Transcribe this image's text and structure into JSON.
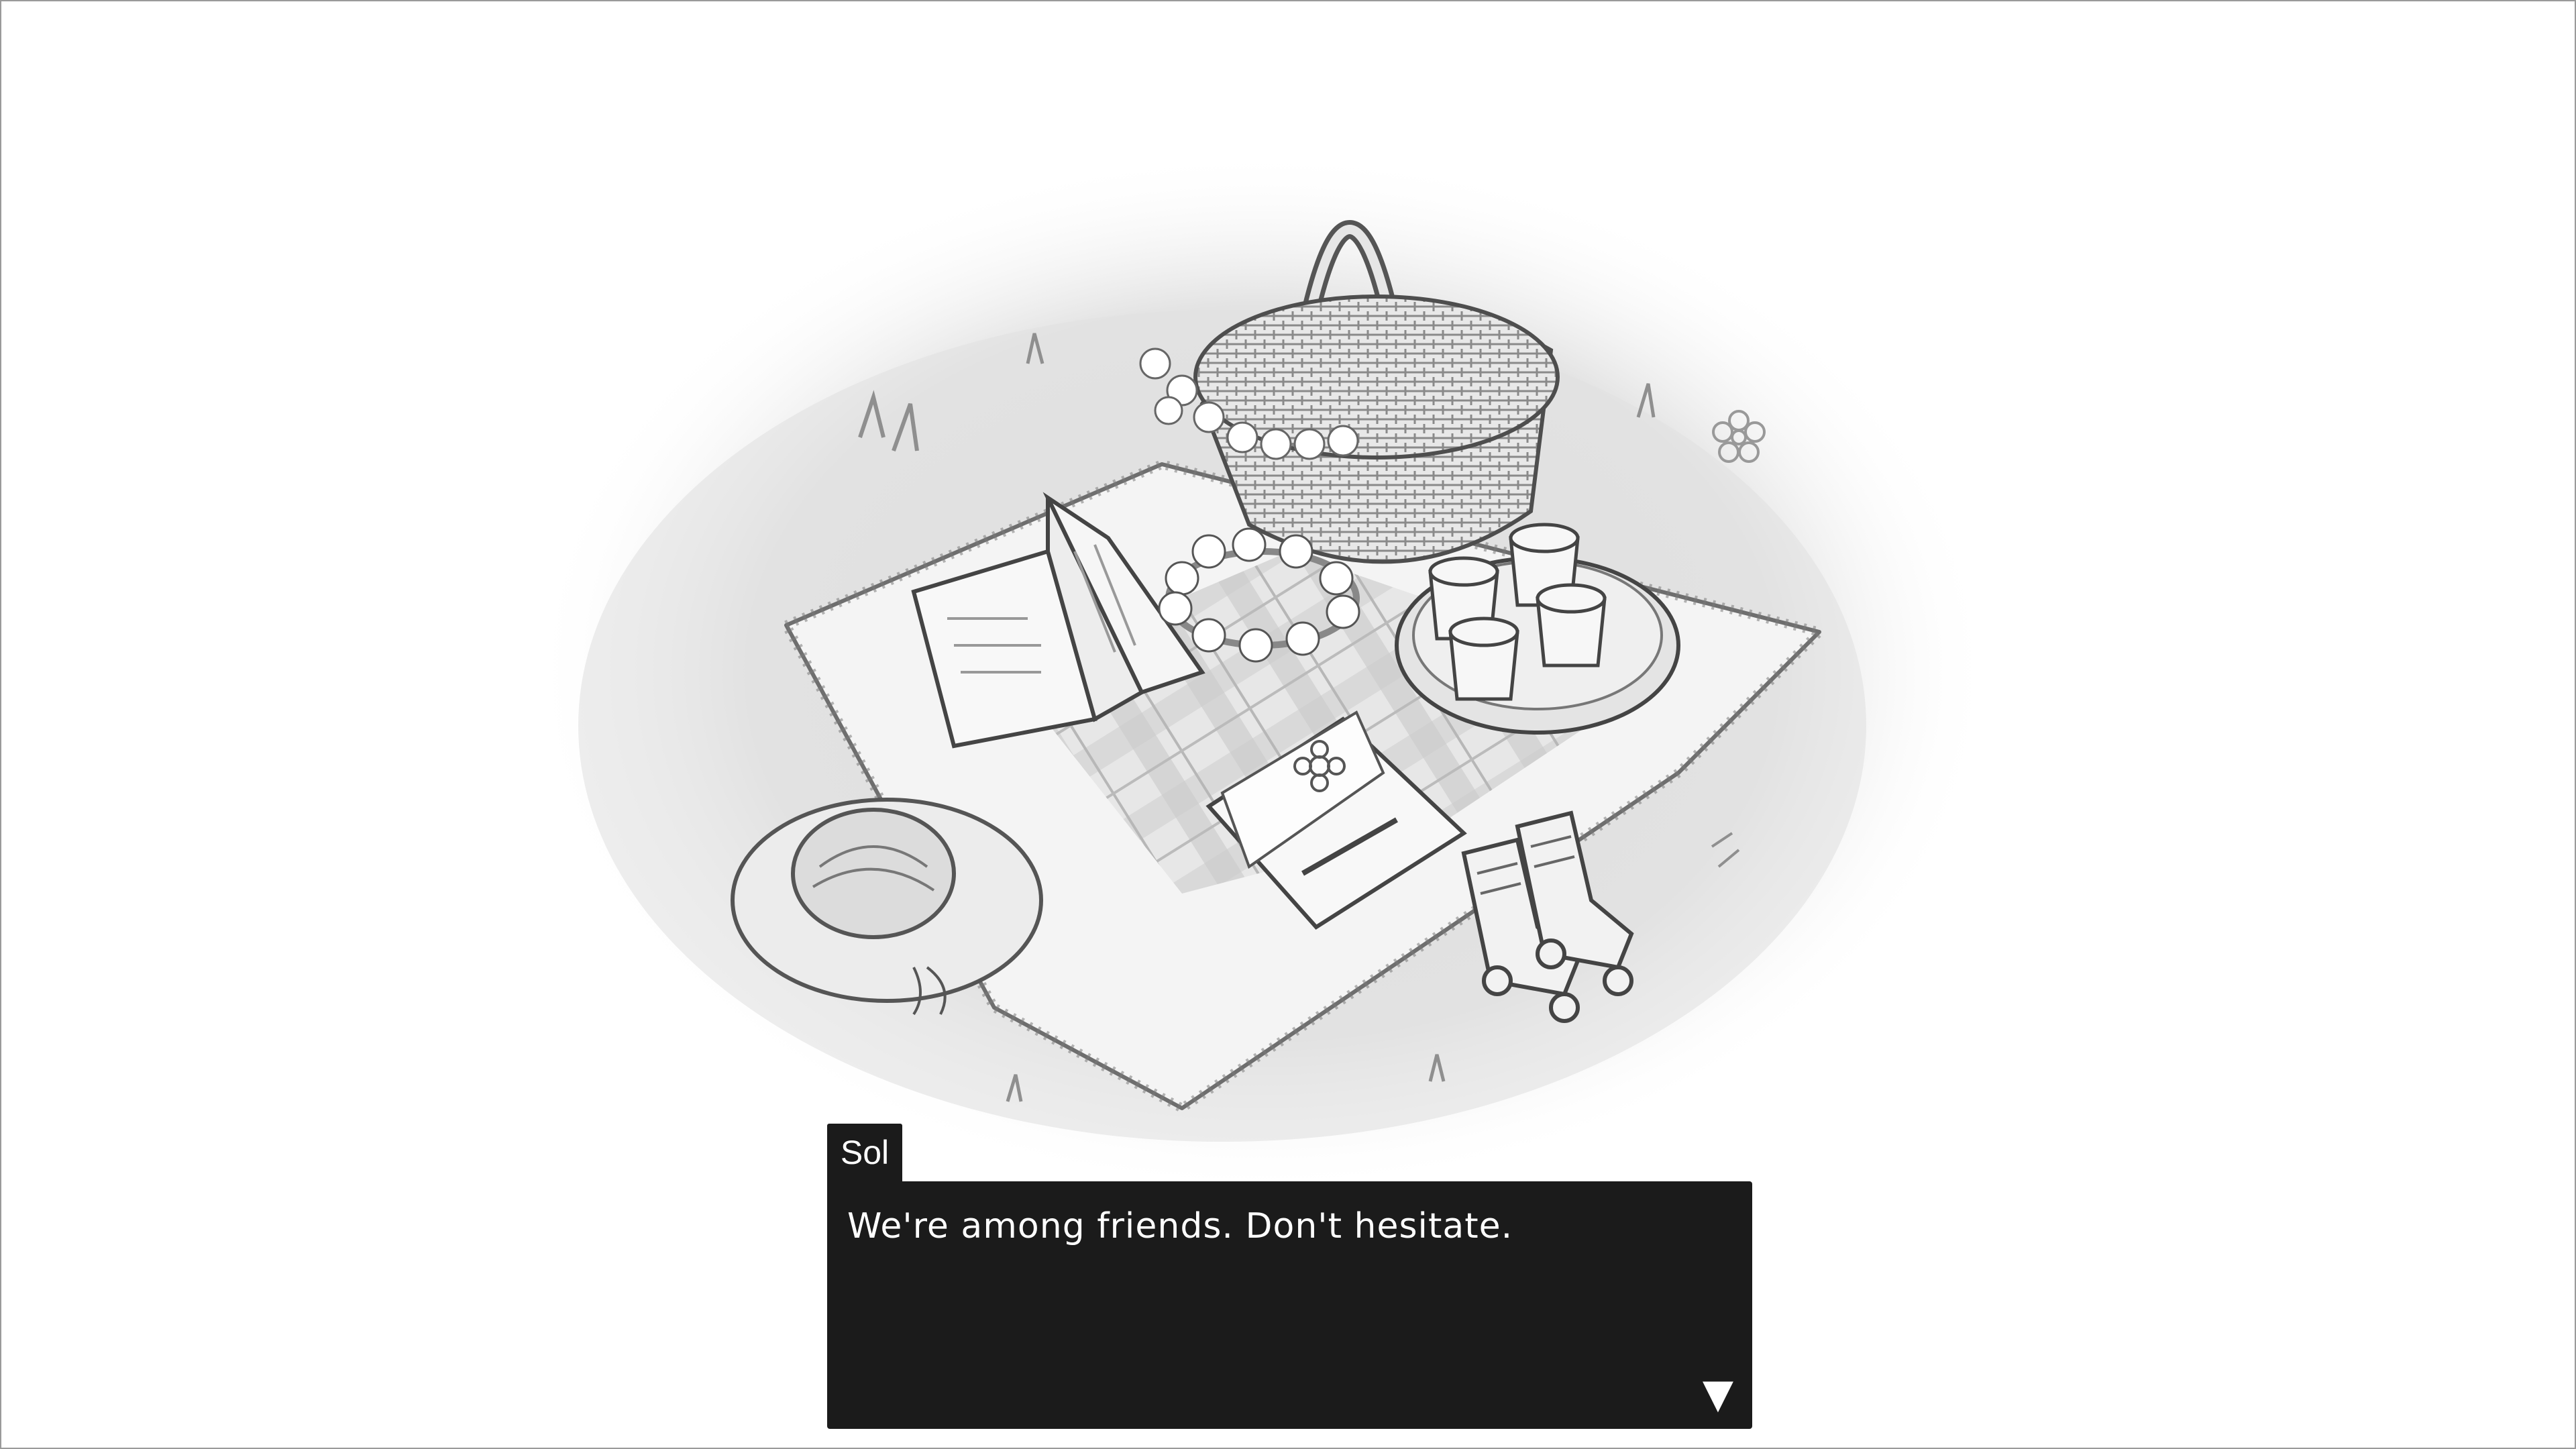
{
  "dialogue": {
    "speaker": "Sol",
    "text": "We're among friends. Don't hesitate.",
    "advance_glyph": "▼"
  },
  "scene": {
    "description_icon": "picnic-scene-illustration"
  },
  "colors": {
    "background": "#ffffff",
    "dialogue_box": "#1b1b1b",
    "dialogue_text": "#ffffff"
  }
}
